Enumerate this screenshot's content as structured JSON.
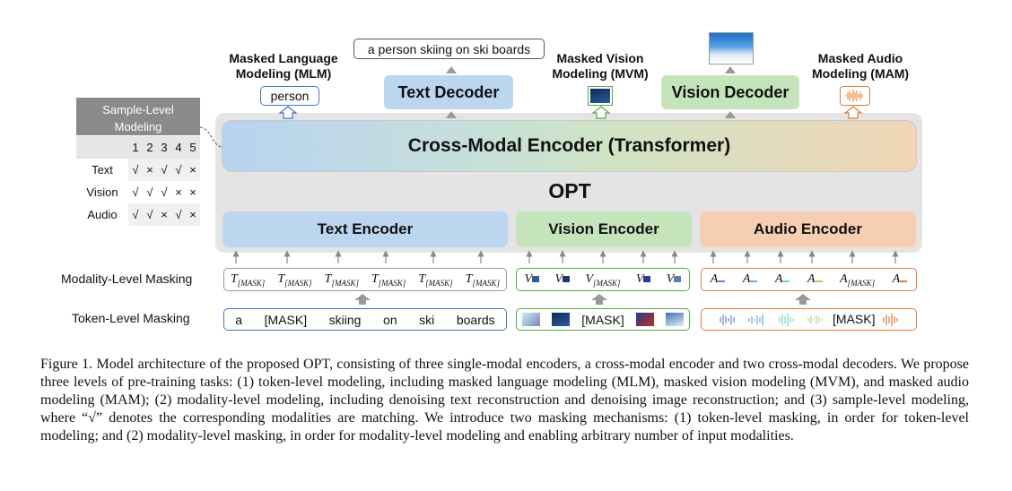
{
  "top": {
    "mlm_label": "Masked Language\nModeling (MLM)",
    "mlm_output": "person",
    "text_decoder_output": "a person skiing on ski boards",
    "text_decoder": "Text Decoder",
    "mvm_label": "Masked Vision\nModeling (MVM)",
    "vision_decoder": "Vision Decoder",
    "mam_label": "Masked Audio\nModeling (MAM)"
  },
  "sample_level": {
    "title": "Sample-Level\nModeling",
    "columns": [
      "1",
      "2",
      "3",
      "4",
      "5"
    ],
    "rows": [
      {
        "label": "Text",
        "values": [
          "√",
          "×",
          "√",
          "√",
          "×"
        ]
      },
      {
        "label": "Vision",
        "values": [
          "√",
          "√",
          "√",
          "×",
          "×"
        ]
      },
      {
        "label": "Audio",
        "values": [
          "√",
          "√",
          "×",
          "√",
          "×"
        ]
      }
    ]
  },
  "encoders": {
    "cross_modal": "Cross-Modal Encoder (Transformer)",
    "opt": "OPT",
    "text": "Text Encoder",
    "vision": "Vision Encoder",
    "audio": "Audio Encoder"
  },
  "modality_level": {
    "label": "Modality-Level Masking",
    "text_tokens": [
      "[MASK]",
      "[MASK]",
      "[MASK]",
      "[MASK]",
      "[MASK]",
      "[MASK]"
    ],
    "vision_tokens": [
      "",
      "",
      "[MASK]",
      "",
      ""
    ],
    "audio_tokens": [
      "",
      "",
      "",
      "",
      "[MASK]",
      ""
    ]
  },
  "token_level": {
    "label": "Token-Level Masking",
    "text_tokens": [
      "a",
      "[MASK]",
      "skiing",
      "on",
      "ski",
      "boards"
    ],
    "vision_mask": "[MASK]",
    "audio_mask": "[MASK]"
  },
  "caption": "Figure 1. Model architecture of the proposed OPT, consisting of three single-modal encoders, a cross-modal encoder and two cross-modal decoders. We propose three levels of pre-training tasks: (1) token-level modeling, including masked language modeling (MLM), masked vision modeling (MVM), and masked audio modeling (MAM); (2) modality-level modeling, including denoising text reconstruction and denoising image reconstruction; and (3) sample-level modeling, where “√” denotes the corresponding modalities are matching. We introduce two masking mechanisms: (1) token-level masking, in order for token-level modeling; and (2) modality-level masking, in order for modality-level modeling and enabling arbitrary number of input modalities.",
  "colors": {
    "blue": "#3a78c7",
    "green": "#58a84a",
    "orange": "#e07b3a",
    "text_enc_bg": "#bcd6ef",
    "vision_enc_bg": "#c6e4bb",
    "audio_enc_bg": "#f6cfb2",
    "opt_bg": "#e4e4e4",
    "sample_head": "#8a8a8a"
  }
}
